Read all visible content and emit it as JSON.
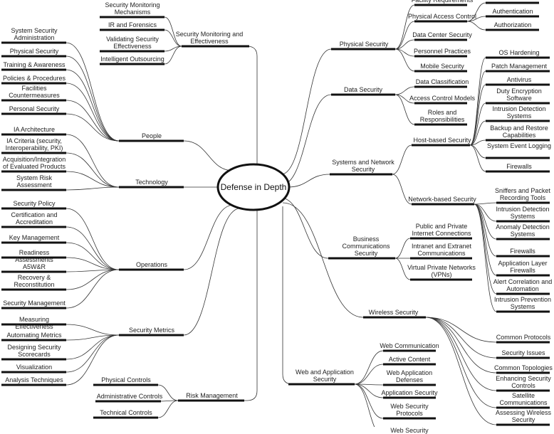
{
  "center": {
    "label": "Defense in Depth"
  },
  "left_branches": {
    "monitoring": {
      "label": "Security Monitoring and Effectiveness",
      "children": [
        "Security Monitoring Mechanisms",
        "IR and Forensics",
        "Validating Security Effectiveness",
        "Intelligent Outsourcing"
      ]
    },
    "people": {
      "label": "People",
      "children": [
        "System Security Administration",
        "Physical Security",
        "Training & Awareness",
        "Policies & Procedures",
        "Facilities Countermeasures",
        "Personal Security"
      ]
    },
    "technology": {
      "label": "Technology",
      "children": [
        "IA Architecture",
        "IA Criteria (security, Interoperability, PKI)",
        "Acquisition/Integration of Evaluated Products",
        "System Risk Assessment"
      ]
    },
    "operations": {
      "label": "Operations",
      "children": [
        "Security Policy",
        "Certification and Accreditation",
        "Key Management",
        "Readiness Assessments",
        "A5W&R",
        "Recovery & Reconstitution",
        "Security Management"
      ]
    },
    "metrics": {
      "label": "Security Metrics",
      "children": [
        "Measuring Effectiveness",
        "Automating Metrics",
        "Designing Security Scorecards",
        "Visualization",
        "Analysis Techniques"
      ]
    },
    "risk": {
      "label": "Risk Management",
      "children": [
        "Physical Controls",
        "Administrative Controls",
        "Technical Controls"
      ]
    }
  },
  "right_branches": {
    "physical": {
      "label": "Physical Security",
      "children": [
        "Facility Requirements",
        "Physical Access Control",
        "Data Center Security",
        "Personnel Practices",
        "Mobile Security"
      ],
      "access_control_children": [
        "Authentication",
        "Authorization"
      ]
    },
    "data": {
      "label": "Data Security",
      "children": [
        "Data Classification",
        "Access Control Models",
        "Roles and Responsibilities"
      ]
    },
    "systems": {
      "label": "Systems and Network Security",
      "host": {
        "label": "Host-based Security",
        "children": [
          "OS Hardening",
          "Patch Management",
          "Antivirus",
          "Duty Encryption Software",
          "Intrusion Detection Systems",
          "Backup and Restore Capabilities",
          "System Event Logging",
          "Firewalls"
        ]
      },
      "network": {
        "label": "Network-based Security",
        "children": [
          "Sniffers and Packet Recording Tools",
          "Intrusion Detection Systems",
          "Anomaly Detection Systems",
          "Firewalls",
          "Application Layer Firewalls",
          "Alert Correlation and Automation",
          "Intrusion Prevention Systems"
        ]
      }
    },
    "business": {
      "label": "Business Communications Security",
      "children": [
        "Public and Private Internet Connections",
        "Intranet and Extranet Communications",
        "Virtual Private Networks (VPNs)"
      ]
    },
    "wireless": {
      "label": "Wireless Security",
      "children": [
        "Common Protocols",
        "Security Issues",
        "Common Topologies",
        "Enhancing Security Controls",
        "Satellite Communications",
        "Assessing Wireless Security"
      ]
    },
    "web": {
      "label": "Web and Application Security",
      "children": [
        "Web Communication",
        "Active Content",
        "Web Application Defenses",
        "Application Security",
        "Web Security Protocols",
        "Web Security"
      ]
    }
  }
}
